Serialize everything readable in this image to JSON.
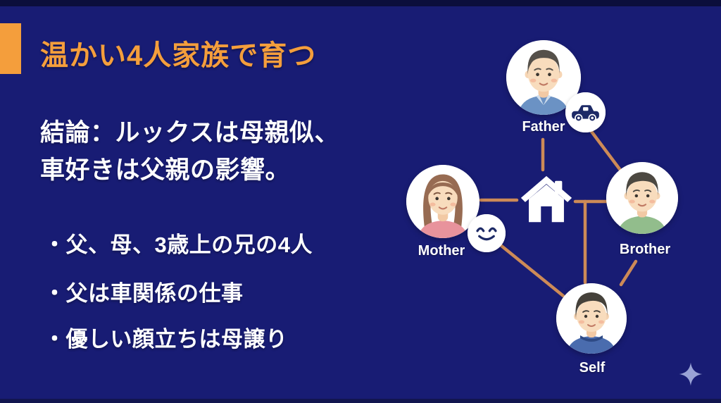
{
  "slide": {
    "title": "温かい4人家族で育つ",
    "conclusion": {
      "line1": "結論：ルックスは母親似、",
      "line2": "車好きは父親の影響。"
    },
    "bullets": [
      "・父、母、3歳上の兄の4人",
      "・父は車関係の仕事",
      "・優しい顔立ちは母譲り"
    ],
    "colors": {
      "background": "#181c74",
      "accent_orange": "#f49e3c",
      "body_text": "#ffffff"
    }
  },
  "diagram": {
    "center_icon": "house-icon",
    "nodes": [
      {
        "id": "father",
        "label": "Father",
        "avatar": "father-avatar"
      },
      {
        "id": "mother",
        "label": "Mother",
        "avatar": "mother-avatar"
      },
      {
        "id": "brother",
        "label": "Brother",
        "avatar": "brother-avatar"
      },
      {
        "id": "self",
        "label": "Self",
        "avatar": "self-avatar"
      }
    ],
    "badges": [
      {
        "id": "car-badge",
        "icon": "car-icon",
        "attached_to": "father"
      },
      {
        "id": "smiley-badge",
        "icon": "smiley-icon",
        "attached_to": "mother"
      }
    ],
    "connections": [
      {
        "from": "father",
        "to": "house"
      },
      {
        "from": "car-badge",
        "to": "brother"
      },
      {
        "from": "mother",
        "to": "house"
      },
      {
        "from": "house",
        "to": "brother"
      },
      {
        "from": "house",
        "to": "self"
      },
      {
        "from": "smiley-badge",
        "to": "self"
      },
      {
        "from": "brother",
        "to": "self"
      }
    ],
    "line_color": "#cd8a57"
  },
  "footer": {
    "sparkle_icon": "sparkle-icon",
    "sparkle_color": "#9aa3d6"
  }
}
